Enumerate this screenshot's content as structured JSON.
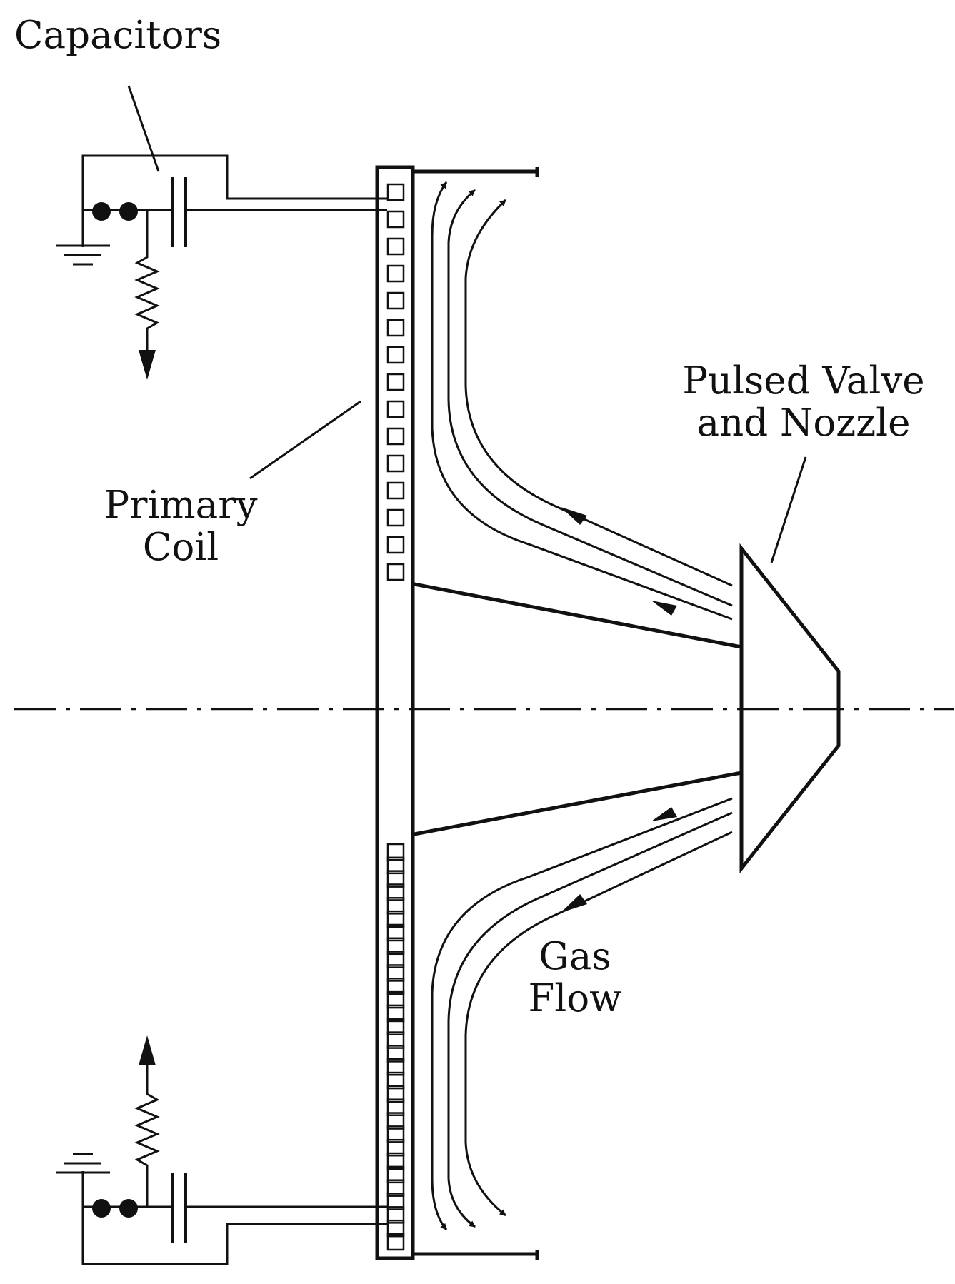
{
  "labels": {
    "capacitors": "Capacitors",
    "primary_coil_line1": "Primary",
    "primary_coil_line2": "Coil",
    "valve_line1": "Pulsed Valve",
    "valve_line2": "and Nozzle",
    "gas_line1": "Gas",
    "gas_line2": "Flow"
  },
  "coil_turns": {
    "upper": 15,
    "lower": 30
  },
  "colors": {
    "ink": "#111111",
    "background": "#ffffff"
  }
}
